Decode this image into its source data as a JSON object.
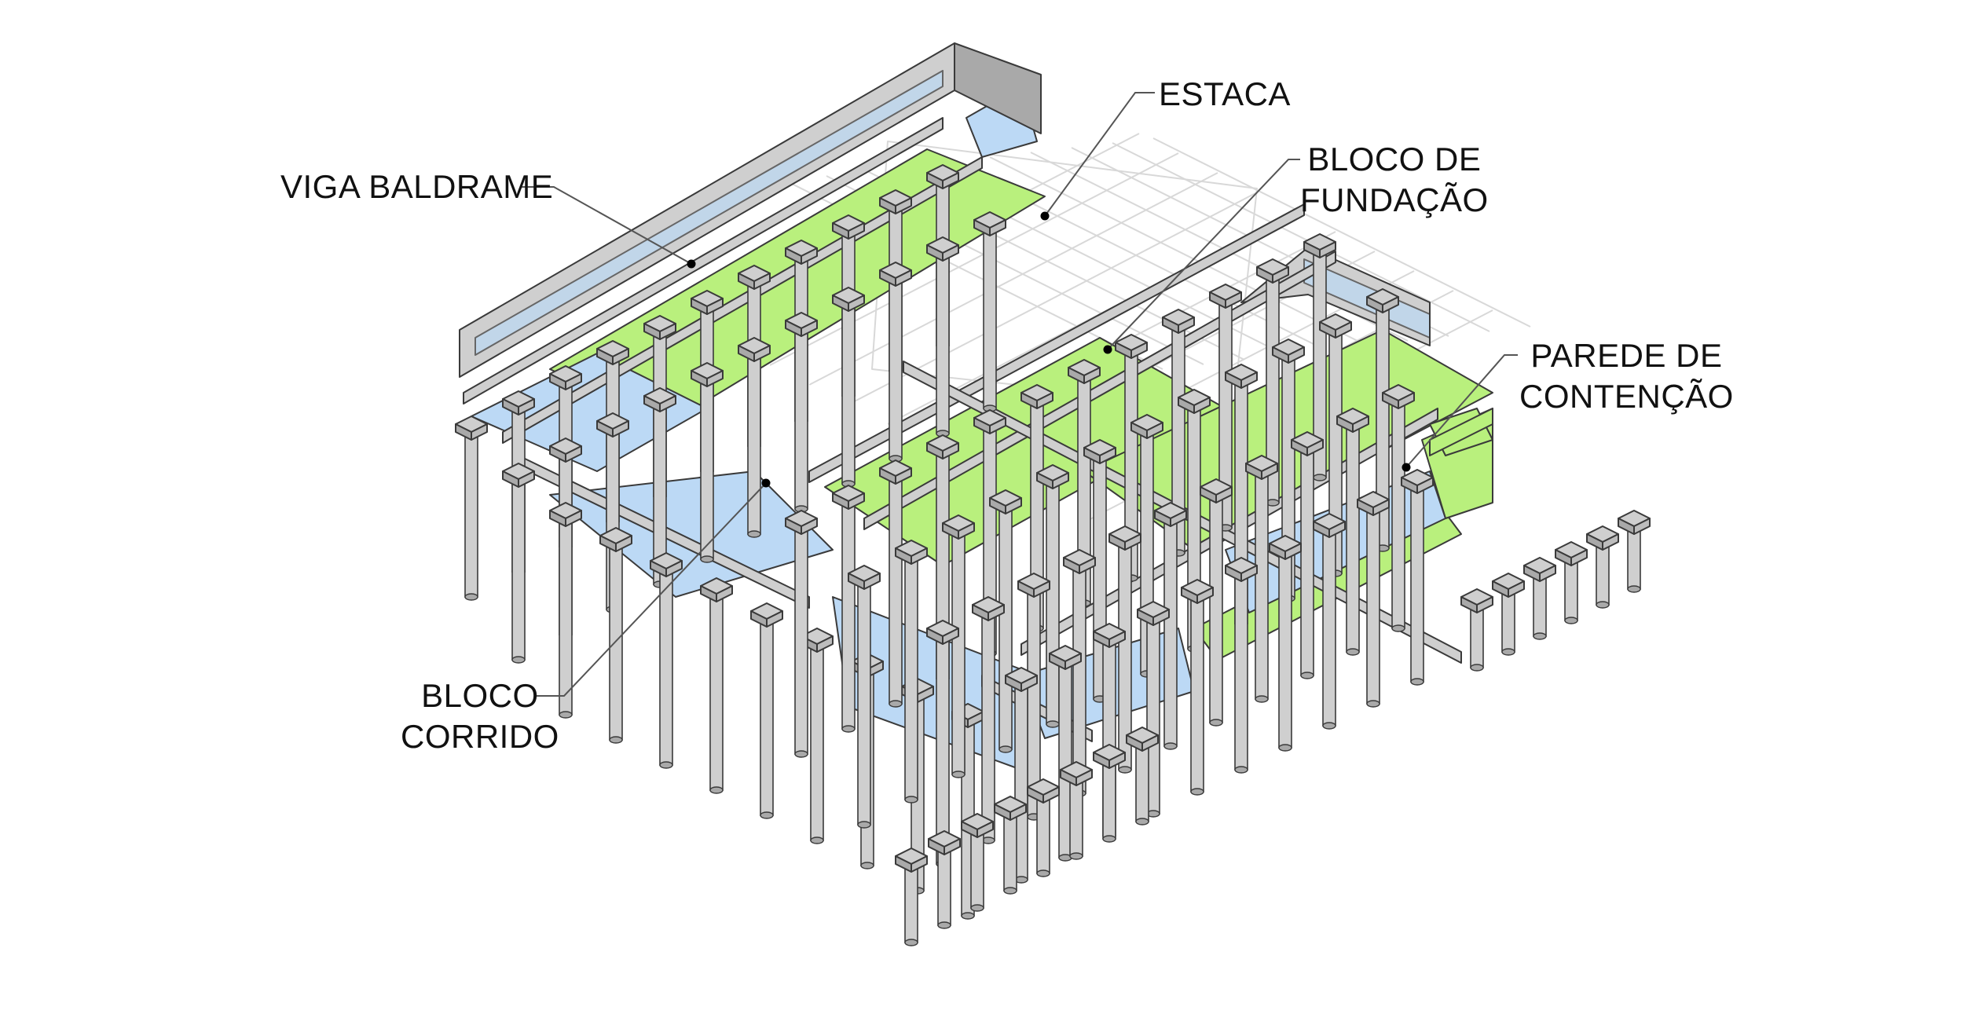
{
  "labels": {
    "estaca": [
      "ESTACA"
    ],
    "bloco_fundacao": [
      "BLOCO DE",
      "FUNDAÇÃO"
    ],
    "viga_baldrame": [
      "VIGA BALDRAME"
    ],
    "parede_contencao": [
      "PAREDE DE",
      "CONTENÇÃO"
    ],
    "bloco_corrido": [
      "BLOCO",
      "CORRIDO"
    ]
  },
  "colors": {
    "concrete": "#cfcfcf",
    "concrete_dark": "#a9a9a9",
    "edge": "#3a3a3a",
    "slab_green": "#b9f07d",
    "slab_blue": "#bcd9f5",
    "ghost": "#d8d8d8",
    "leader": "#555555"
  }
}
